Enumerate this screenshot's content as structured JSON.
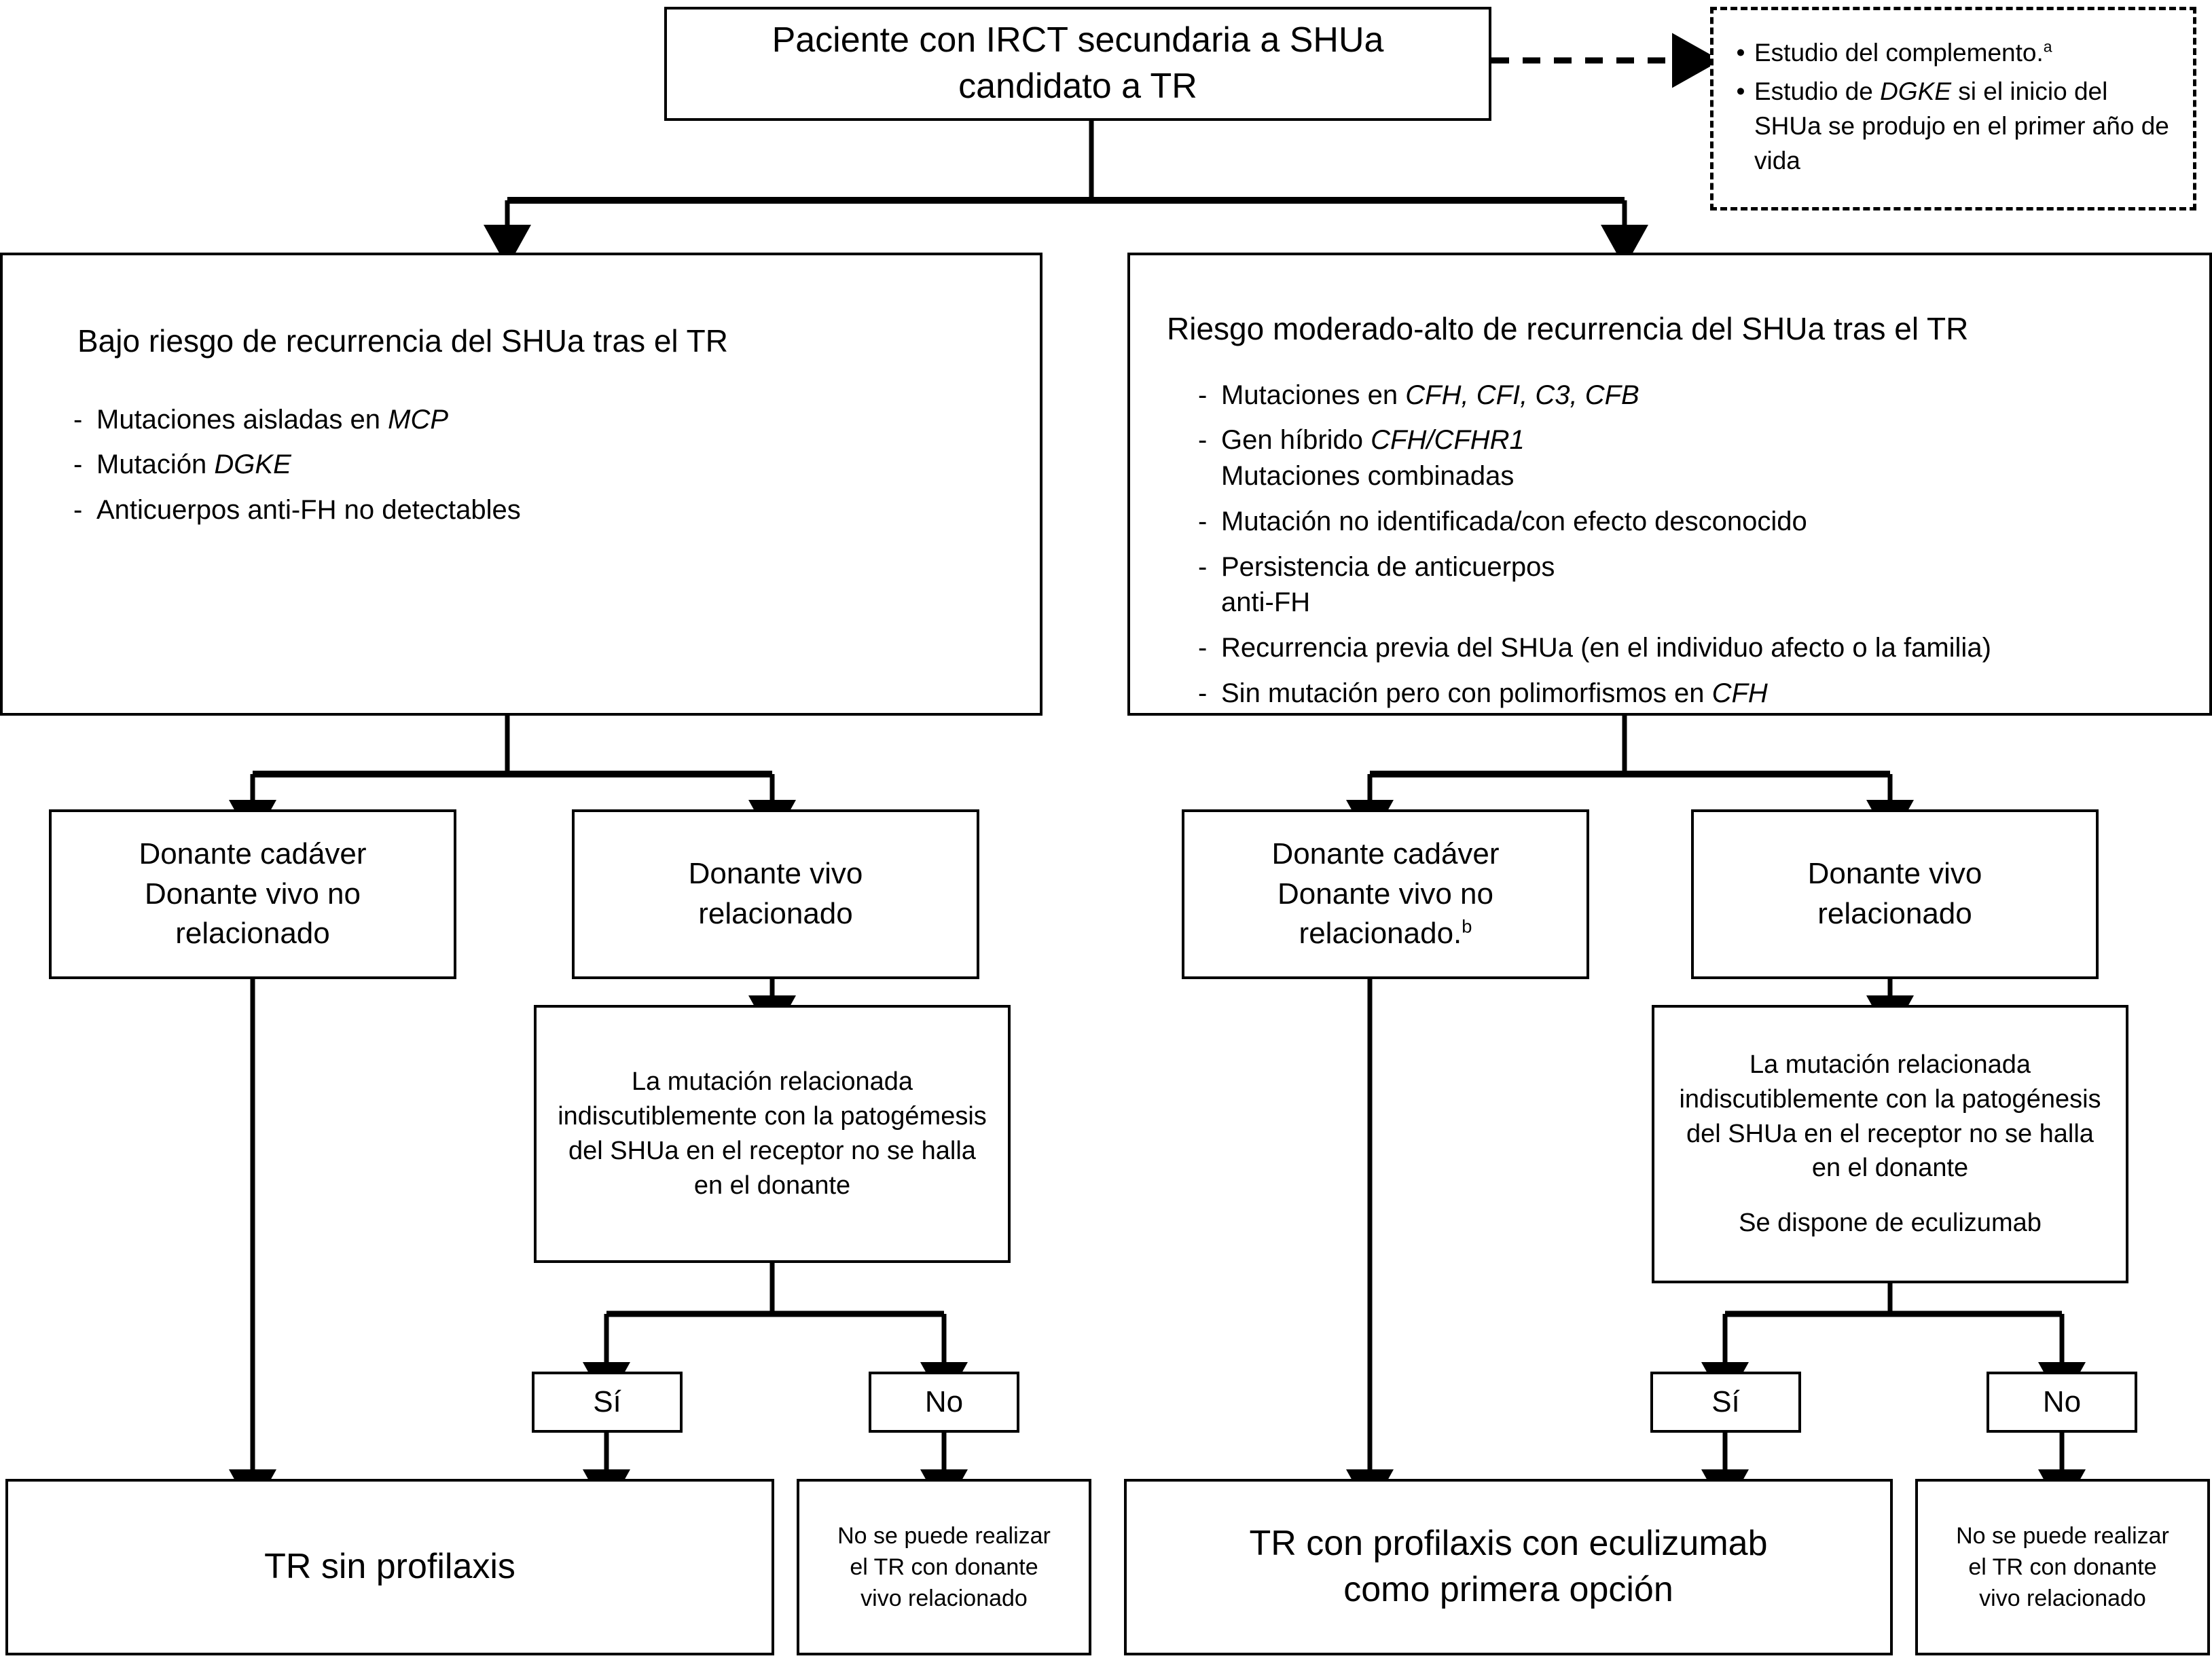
{
  "diagram": {
    "title_box": {
      "line1": "Paciente con IRCT secundaria a SHUa",
      "line2": "candidato a TR"
    },
    "note_box": {
      "bullet_glyph": "•",
      "items": [
        {
          "text_before": "Estudio del complemento.",
          "sup": "a",
          "text_after": ""
        },
        {
          "text_before": "Estudio de ",
          "italic": "DGKE",
          "text_after": " si el inicio del SHUa se produjo en el primer año de vida"
        }
      ]
    },
    "branch_low": {
      "heading": "Bajo riesgo de recurrencia del SHUa tras el TR",
      "dash_glyph": "-",
      "items": [
        {
          "pre": "Mutaciones aisladas en ",
          "italic": "MCP",
          "post": ""
        },
        {
          "pre": "Mutación ",
          "italic": "DGKE",
          "post": ""
        },
        {
          "pre": "Anticuerpos anti-FH no detectables",
          "italic": "",
          "post": ""
        }
      ]
    },
    "branch_high": {
      "heading": "Riesgo moderado-alto de recurrencia del SHUa tras el TR",
      "dash_glyph": "-",
      "items": [
        {
          "pre": "Mutaciones en ",
          "italic": "CFH, CFI, C3, CFB",
          "post": ""
        },
        {
          "pre": "Gen híbrido ",
          "italic": "CFH/CFHR1",
          "post": "",
          "second_line": "Mutaciones combinadas"
        },
        {
          "pre": "Mutación no identificada/con efecto desconocido",
          "italic": "",
          "post": ""
        },
        {
          "pre": "Persistencia de anticuerpos",
          "italic": "",
          "post": "",
          "second_line": "anti-FH"
        },
        {
          "pre": "Recurrencia previa del SHUa (en el individuo afecto o la familia)",
          "italic": "",
          "post": ""
        },
        {
          "pre": "Sin mutación pero con polimorfismos en ",
          "italic": "CFH",
          "post": ""
        }
      ]
    },
    "donors": {
      "low_cadaver": {
        "line1": "Donante cadáver",
        "line2": "Donante vivo no",
        "line3": "relacionado",
        "sup": ""
      },
      "low_living": {
        "line1": "Donante vivo",
        "line2": "relacionado"
      },
      "high_cadaver": {
        "line1": "Donante cadáver",
        "line2": "Donante vivo no",
        "line3": "relacionado.",
        "sup": "b"
      },
      "high_living": {
        "line1": "Donante vivo",
        "line2": "relacionado"
      }
    },
    "mutation_low": {
      "line1": "La mutación relacionada",
      "line2": "indiscutiblemente con la patogémesis",
      "line3": "del SHUa en el receptor no se halla",
      "line4": "en el donante"
    },
    "mutation_high": {
      "line1": "La mutación relacionada",
      "line2": "indiscutiblemente con la patogénesis",
      "line3": "del SHUa en el receptor no se halla",
      "line4": "en el donante",
      "line5": "Se dispone de eculizumab"
    },
    "decisions": {
      "low_yes": "Sí",
      "low_no": "No",
      "high_yes": "Sí",
      "high_no": "No"
    },
    "outcomes": {
      "low_main": "TR sin profilaxis",
      "low_blocked": {
        "line1": "No se puede realizar",
        "line2": "el TR con donante",
        "line3": "vivo relacionado"
      },
      "high_main": {
        "line1": "TR con profilaxis con eculizumab",
        "line2": "como primera opción"
      },
      "high_blocked": {
        "line1": "No se puede realizar",
        "line2": "el TR con donante",
        "line3": "vivo relacionado"
      }
    },
    "colors": {
      "ink": "#000000",
      "paper": "#ffffff"
    }
  }
}
